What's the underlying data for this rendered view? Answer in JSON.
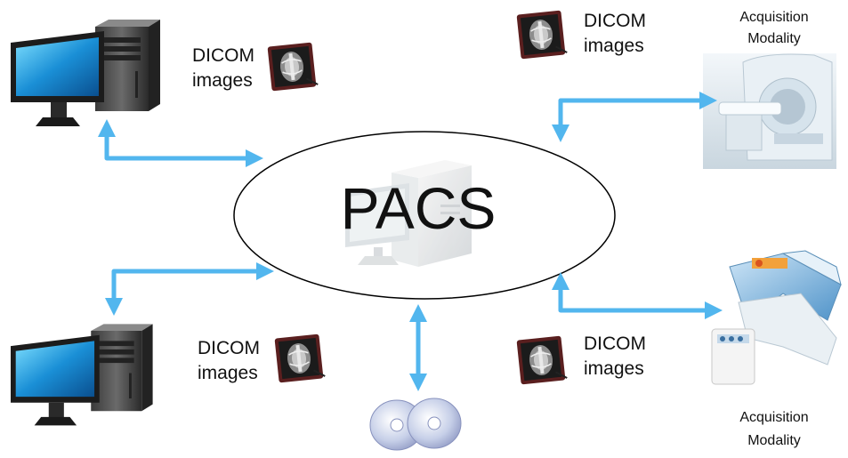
{
  "center": {
    "label": "PACS"
  },
  "image_label": {
    "line1": "DICOM",
    "line2": "images"
  },
  "modality_label": {
    "line1": "Acquisition",
    "line2": "Modality"
  },
  "colors": {
    "arrow": "#52b6ee",
    "arrow_dark": "#2f93cf",
    "ellipse": "#000000"
  },
  "icons": [
    "workstation-icon",
    "dicom-image-icon",
    "mri-scanner-icon",
    "xray-machine-icon",
    "cd-disc-icon",
    "server-icon"
  ]
}
